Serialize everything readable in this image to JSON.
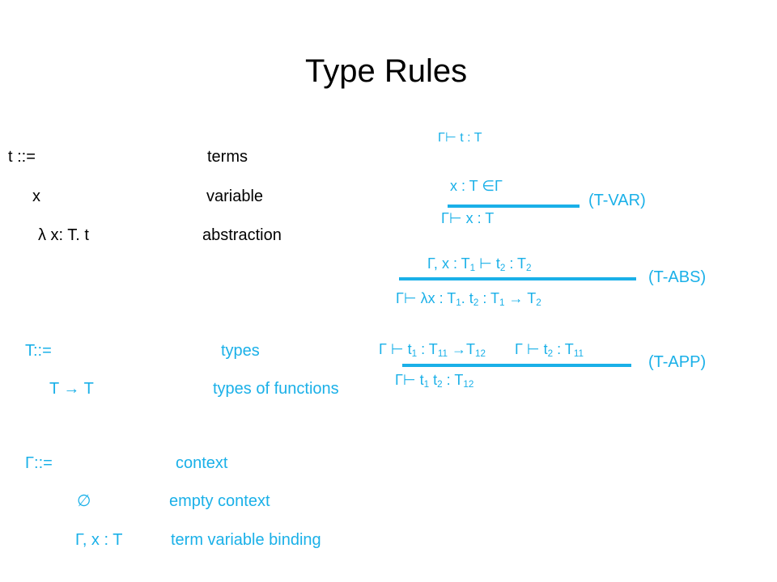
{
  "slide": {
    "title": "Type Rules"
  },
  "grammar": {
    "terms": {
      "head": "t ::=",
      "head_desc": "terms",
      "rows": [
        {
          "form": "x",
          "desc": "variable"
        },
        {
          "form": "λ x: T. t",
          "desc": "abstraction"
        }
      ]
    },
    "types": {
      "head": "T::=",
      "head_desc": "types",
      "rows": [
        {
          "form": "T → T",
          "desc": "types of functions"
        }
      ]
    },
    "context": {
      "head": "Γ::=",
      "head_desc": "context",
      "rows": [
        {
          "form": "∅",
          "desc": "empty context"
        },
        {
          "form": "Γ, x : T",
          "desc": "term variable binding"
        }
      ]
    }
  },
  "judgment": {
    "form": "Γ⊢ t : T"
  },
  "rules": {
    "tvar": {
      "premise": "x : T ∈Γ",
      "conclusion": "Γ⊢ x : T",
      "name": "(T-VAR)"
    },
    "tabs": {
      "premise": "Γ, x : T1 ⊢ t2 : T2",
      "conclusion": "Γ⊢ λx : T1. t2 : T1 → T2",
      "name": "(T-ABS)"
    },
    "tapp": {
      "premise_left": "Γ ⊢ t1 : T11 →T12",
      "premise_right": "Γ ⊢ t2 : T11",
      "conclusion": "Γ⊢ t1 t2 : T12",
      "name": "(T-APP)"
    }
  },
  "colors": {
    "accent": "#1ab0e8",
    "text": "#000000"
  }
}
